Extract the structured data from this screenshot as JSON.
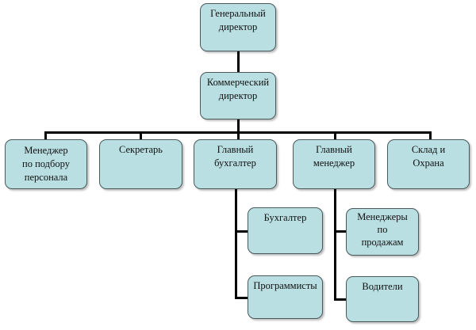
{
  "diagram": {
    "type": "org-chart",
    "nodes": {
      "ceo": "Генеральный\nдиректор",
      "commercial": "Коммерческий\nдиректор",
      "hr_manager": "Менеджер\nпо подбору\nперсонала",
      "secretary": "Секретарь",
      "chief_accountant": "Главный\nбухгалтер",
      "chief_manager": "Главный\nменеджер",
      "warehouse": "Склад и\nОхрана",
      "accountant": "Бухгалтер",
      "programmers": "Программисты",
      "sales_managers": "Менеджеры\nпо\nпродажам",
      "drivers": "Водители"
    },
    "edges": [
      [
        "ceo",
        "commercial"
      ],
      [
        "commercial",
        "hr_manager"
      ],
      [
        "commercial",
        "secretary"
      ],
      [
        "commercial",
        "chief_accountant"
      ],
      [
        "commercial",
        "chief_manager"
      ],
      [
        "commercial",
        "warehouse"
      ],
      [
        "chief_accountant",
        "accountant"
      ],
      [
        "chief_accountant",
        "programmers"
      ],
      [
        "chief_manager",
        "sales_managers"
      ],
      [
        "chief_manager",
        "drivers"
      ]
    ],
    "colors": {
      "node_fill": "#b9dfe2",
      "node_border": "#4a5a5c",
      "line": "#000000"
    }
  }
}
